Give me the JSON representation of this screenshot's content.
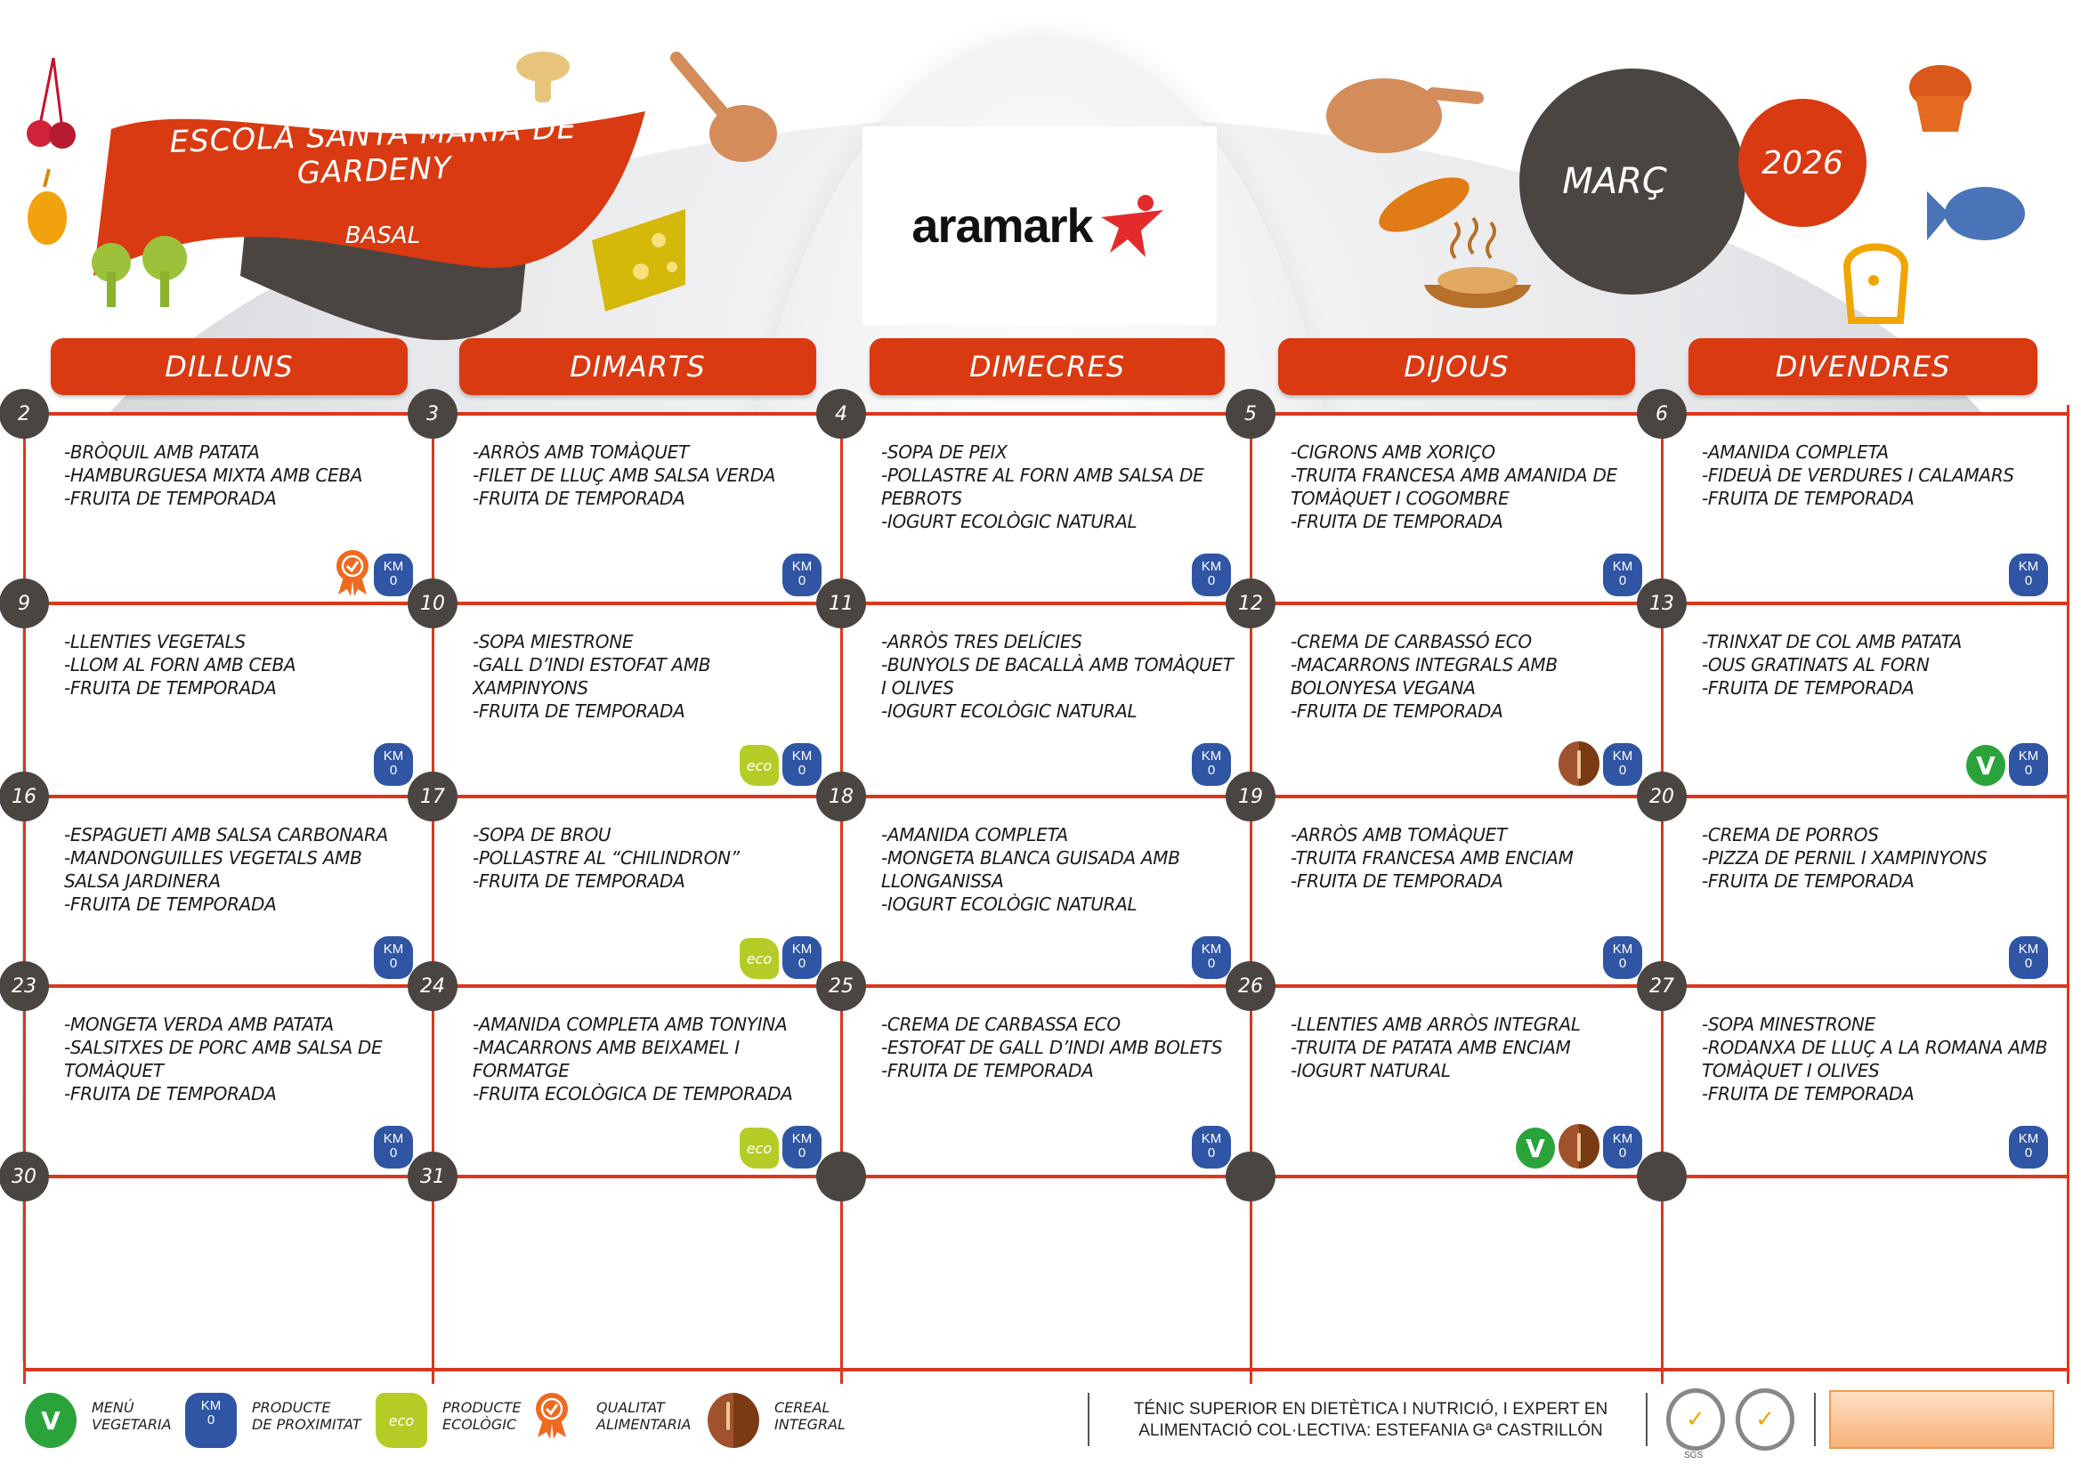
{
  "header": {
    "school": "ESCOLA SANTA MARIA DE GARDENY",
    "menu_type": "BASAL",
    "brand": "aramark",
    "month": "MARÇ",
    "year": "2026"
  },
  "weekdays": [
    "DILLUNS",
    "DIMARTS",
    "DIMECRES",
    "DIJOUS",
    "DIVENDRES"
  ],
  "colors": {
    "accent": "#d93a12",
    "dark": "#4b4542",
    "km0": "#2f55a4",
    "eco": "#b5cc26",
    "veg": "#2aa33b",
    "quality": "#ee6a1f",
    "cereal": "#8b4a22"
  },
  "weeks": [
    [
      {
        "day": "2",
        "dishes": [
          "-BRÒQUIL AMB PATATA",
          "-HAMBURGUESA MIXTA AMB CEBA",
          "-FRUITA DE TEMPORADA"
        ],
        "icons": [
          "quality",
          "km0"
        ]
      },
      {
        "day": "3",
        "dishes": [
          "-ARRÒS AMB TOMÀQUET",
          "-FILET DE LLUÇ AMB SALSA VERDA",
          "-FRUITA DE TEMPORADA"
        ],
        "icons": [
          "km0"
        ]
      },
      {
        "day": "4",
        "dishes": [
          "-SOPA DE PEIX",
          "-POLLASTRE AL FORN AMB SALSA DE PEBROTS",
          "-IOGURT ECOLÒGIC NATURAL"
        ],
        "icons": [
          "km0"
        ]
      },
      {
        "day": "5",
        "dishes": [
          "-CIGRONS AMB XORIÇO",
          "-TRUITA FRANCESA AMB AMANIDA DE TOMÀQUET I COGOMBRE",
          "-FRUITA DE TEMPORADA"
        ],
        "icons": [
          "km0"
        ]
      },
      {
        "day": "6",
        "dishes": [
          "-AMANIDA COMPLETA",
          "-FIDEUÀ DE VERDURES I CALAMARS",
          "-FRUITA DE TEMPORADA"
        ],
        "icons": [
          "km0"
        ]
      }
    ],
    [
      {
        "day": "9",
        "dishes": [
          "-LLENTIES VEGETALS",
          "-LLOM AL FORN AMB CEBA",
          "-FRUITA DE TEMPORADA"
        ],
        "icons": [
          "km0"
        ]
      },
      {
        "day": "10",
        "dishes": [
          "-SOPA MIESTRONE",
          "-GALL D’INDI ESTOFAT AMB XAMPINYONS",
          "-FRUITA DE TEMPORADA"
        ],
        "icons": [
          "eco",
          "km0"
        ]
      },
      {
        "day": "11",
        "dishes": [
          "-ARRÒS TRES DELÍCIES",
          "-BUNYOLS DE BACALLÀ AMB TOMÀQUET I OLIVES",
          "-IOGURT ECOLÒGIC NATURAL"
        ],
        "icons": [
          "km0"
        ]
      },
      {
        "day": "12",
        "dishes": [
          "-CREMA DE CARBASSÓ ECO",
          "-MACARRONS INTEGRALS AMB BOLONYESA VEGANA",
          "-FRUITA DE TEMPORADA"
        ],
        "icons": [
          "cereal",
          "km0"
        ]
      },
      {
        "day": "13",
        "dishes": [
          "-TRINXAT DE COL AMB PATATA",
          "-OUS GRATINATS AL FORN",
          "-FRUITA DE TEMPORADA"
        ],
        "icons": [
          "veg",
          "km0"
        ]
      }
    ],
    [
      {
        "day": "16",
        "dishes": [
          "-ESPAGUETI AMB SALSA CARBONARA",
          "-MANDONGUILLES VEGETALS AMB SALSA JARDINERA",
          "-FRUITA DE TEMPORADA"
        ],
        "icons": [
          "km0"
        ]
      },
      {
        "day": "17",
        "dishes": [
          "-SOPA DE BROU",
          "-POLLASTRE AL “CHILINDRON”",
          "-FRUITA DE TEMPORADA"
        ],
        "icons": [
          "eco",
          "km0"
        ]
      },
      {
        "day": "18",
        "dishes": [
          "-AMANIDA COMPLETA",
          "-MONGETA BLANCA GUISADA AMB LLONGANISSA",
          "-IOGURT ECOLÒGIC NATURAL"
        ],
        "icons": [
          "km0"
        ]
      },
      {
        "day": "19",
        "dishes": [
          "-ARRÒS AMB TOMÀQUET",
          "-TRUITA FRANCESA AMB ENCIAM",
          "-FRUITA DE TEMPORADA"
        ],
        "icons": [
          "km0"
        ]
      },
      {
        "day": "20",
        "dishes": [
          "-CREMA DE PORROS",
          "-PIZZA DE PERNIL I XAMPINYONS",
          "-FRUITA DE TEMPORADA"
        ],
        "icons": [
          "km0"
        ]
      }
    ],
    [
      {
        "day": "23",
        "dishes": [
          "-MONGETA VERDA AMB PATATA",
          "-SALSITXES DE PORC AMB SALSA DE TOMÀQUET",
          "-FRUITA DE TEMPORADA"
        ],
        "icons": [
          "km0"
        ]
      },
      {
        "day": "24",
        "dishes": [
          "-AMANIDA COMPLETA AMB TONYINA",
          "-MACARRONS AMB BEIXAMEL I FORMATGE",
          "-FRUITA ECOLÒGICA DE TEMPORADA"
        ],
        "icons": [
          "eco",
          "km0"
        ]
      },
      {
        "day": "25",
        "dishes": [
          "-CREMA DE CARBASSA ECO",
          "-ESTOFAT DE GALL D’INDI AMB BOLETS",
          "-FRUITA DE TEMPORADA"
        ],
        "icons": [
          "km0"
        ]
      },
      {
        "day": "26",
        "dishes": [
          "-LLENTIES AMB ARRÒS INTEGRAL",
          "-TRUITA DE PATATA AMB ENCIAM",
          "-IOGURT NATURAL"
        ],
        "icons": [
          "veg",
          "cereal",
          "km0"
        ]
      },
      {
        "day": "27",
        "dishes": [
          "-SOPA MINESTRONE",
          "-RODANXA DE LLUÇ A LA ROMANA AMB TOMÀQUET I OLIVES",
          "-FRUITA DE TEMPORADA"
        ],
        "icons": [
          "km0"
        ]
      }
    ],
    [
      {
        "day": "30",
        "dishes": [],
        "icons": []
      },
      {
        "day": "31",
        "dishes": [],
        "icons": []
      },
      {
        "day": "",
        "dishes": [],
        "icons": []
      },
      {
        "day": "",
        "dishes": [],
        "icons": []
      },
      {
        "day": "",
        "dishes": [],
        "icons": []
      }
    ]
  ],
  "icon_text": {
    "km0_top": "KM",
    "km0_bottom": "0",
    "eco": "eco",
    "veg": "V"
  },
  "legend": [
    {
      "icon": "veg",
      "label_1": "MENÚ",
      "label_2": "VEGETARIA"
    },
    {
      "icon": "km0",
      "label_1": "PRODUCTE",
      "label_2": "DE PROXIMITAT"
    },
    {
      "icon": "eco",
      "label_1": "PRODUCTE",
      "label_2": "ECOLÒGIC"
    },
    {
      "icon": "quality",
      "label_1": "QUALITAT",
      "label_2": "ALIMENTARIA"
    },
    {
      "icon": "cereal",
      "label_1": "CEREAL",
      "label_2": "INTEGRAL"
    }
  ],
  "footer": {
    "line1": "TÉNIC SUPERIOR EN DIETÈTICA I NUTRICIÓ, I EXPERT EN",
    "line2": "ALIMENTACIÓ COL·LECTIVA: ESTEFANIA Gª CASTRILLÓN",
    "cert_label": "SGS"
  }
}
